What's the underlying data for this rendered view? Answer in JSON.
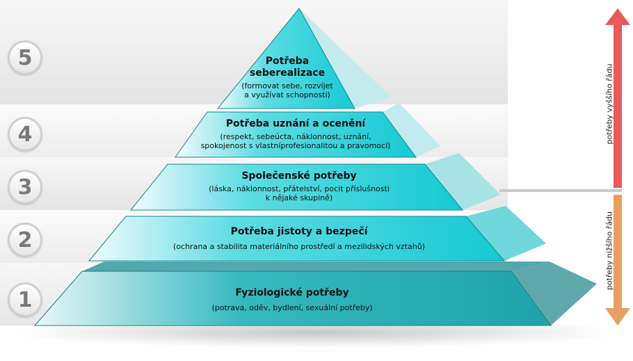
{
  "levels": [
    {
      "number": "5",
      "title": "Potřeba\nseberealizace",
      "description": "(formovat sebe, rozvíjet\na využívat schopnosti)"
    },
    {
      "number": "4",
      "title": "Potřeba uznání a ocenění",
      "description": "(respekt, sebeúcta, náklonnost, uznání,\nspokojenost s vlastníprofesionalitou a pravomocí)"
    },
    {
      "number": "3",
      "title": "Společenské potřeby",
      "description": "(láska, náklonnost, přátelství, pocit příslušnosti\nk nějaké skupině)"
    },
    {
      "number": "2",
      "title": "Potřeba jistoty a bezpečí",
      "description": "(ochrana a stabilita materiálního prostředí a mezilidských vztahů)"
    },
    {
      "number": "1",
      "title": "Fyziologické potřeby",
      "description": "(potrava, oděv, bydlení, sexuální potřeby)"
    }
  ],
  "higher_order_label": "potřeby vyššího řádu",
  "lower_order_label": "potřeby nižšího řádu",
  "colors": {
    "higher_arrow": "#e95a5a",
    "lower_arrow": "#e8a060",
    "face": "#3fd7df",
    "side": "#8ccfd3"
  }
}
